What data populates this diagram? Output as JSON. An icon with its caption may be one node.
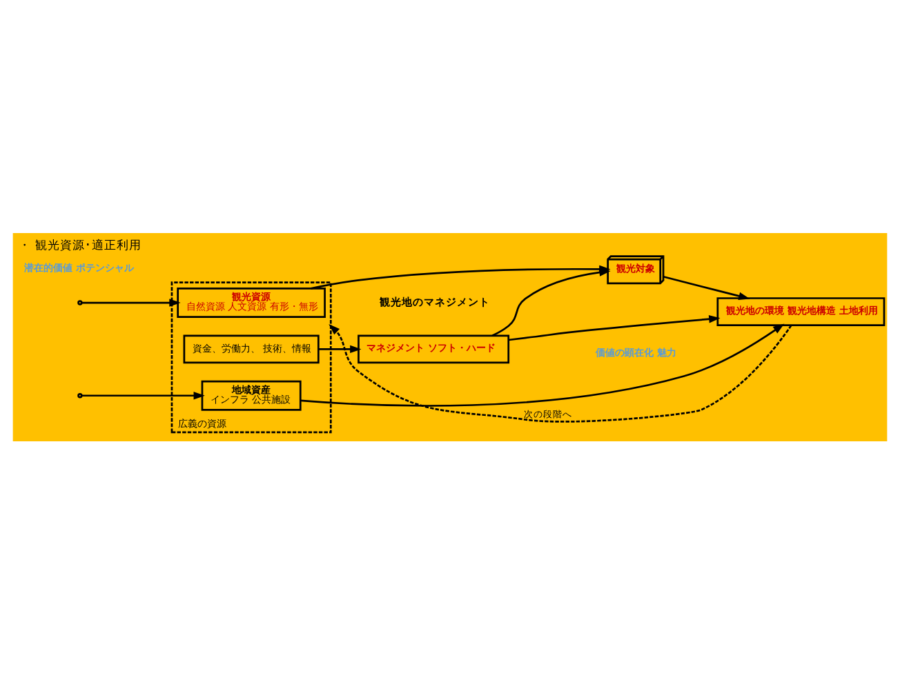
{
  "diagram": {
    "title": "・ 観光資源･適正利用",
    "caption": "観光地のマネジメント",
    "nodes": [
      {
        "text": [
          "広義の資源"
        ]
      },
      {
        "text": [
          "観光資源",
          "自然資源 人文資源 有形・無形"
        ],
        "in": 0
      },
      {
        "text": [
          "資金、労働力、 技術、情報"
        ],
        "in": 0
      },
      {
        "text": [
          "地域資産",
          "インフラ 公共施設"
        ],
        "in": 0
      },
      {
        "text": [
          "マネジメント ソフト・ハード"
        ]
      },
      {
        "text": [
          "観光対象"
        ]
      },
      {
        "text": [
          "観光地の環境 観光地構造 土地利用"
        ]
      }
    ],
    "edges": [
      {
        "from": null,
        "to": 1,
        "arrow": "to"
      },
      {
        "from": null,
        "to": 3,
        "arrow": "to"
      },
      {
        "from": 2,
        "to": 4,
        "arrow": "to"
      },
      {
        "from": 1,
        "to": 5,
        "arrow": "to"
      },
      {
        "from": 4,
        "to": 5,
        "arrow": "to"
      },
      {
        "from": 4,
        "to": 6,
        "arrow": "to"
      },
      {
        "from": 3,
        "to": 6,
        "arrow": "to"
      },
      {
        "from": 5,
        "to": 6,
        "arrow": "to"
      },
      {
        "from": 6,
        "to": 0,
        "label": "次の段階へ",
        "arrow": "to",
        "style": "dashed"
      }
    ],
    "labels": [
      "潜在的価値 ポテンシャル",
      "価値の顕在化 魅力"
    ]
  }
}
